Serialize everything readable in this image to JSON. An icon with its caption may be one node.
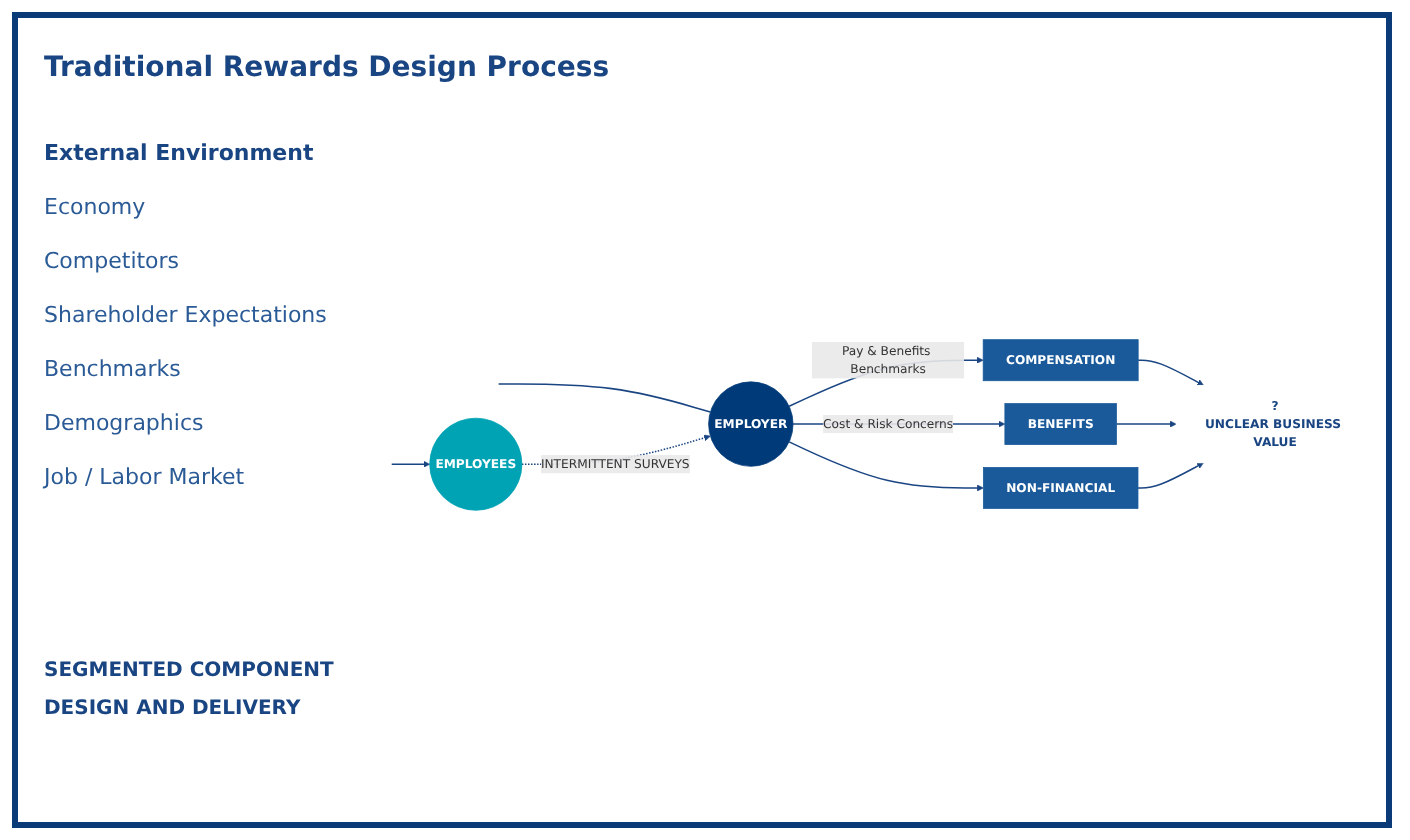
{
  "diagram": {
    "title": "Traditional Rewards Design Process",
    "nodes": [
      {
        "text": [
          "EMPLOYER"
        ]
      },
      {
        "text": [
          "EMPLOYEES"
        ]
      },
      {
        "text": [
          "COMPENSATION"
        ]
      },
      {
        "text": [
          "BENEFITS"
        ]
      },
      {
        "text": [
          "NON-FINANCIAL"
        ]
      },
      {
        "text": [
          "?",
          "UNCLEAR BUSINESS VALUE"
        ]
      }
    ],
    "edges": [
      {
        "from": null,
        "to": 0,
        "arrow": "none"
      },
      {
        "from": null,
        "to": 1,
        "arrow": "to"
      },
      {
        "from": 1,
        "to": 0,
        "arrow": "to",
        "style": "dashed",
        "label": "INTERMITTENT SURVEYS"
      },
      {
        "from": 0,
        "to": 2,
        "arrow": "to",
        "label": "Pay & Benefits Benchmarks"
      },
      {
        "from": 0,
        "to": 3,
        "arrow": "to",
        "label": "Cost & Risk Concerns"
      },
      {
        "from": 0,
        "to": 4,
        "arrow": "to"
      },
      {
        "from": 2,
        "to": 5,
        "arrow": "to"
      },
      {
        "from": 3,
        "to": 5,
        "arrow": "to"
      },
      {
        "from": 4,
        "to": 5,
        "arrow": "to"
      }
    ],
    "labels": [
      "External Environment",
      "Economy",
      "Competitors",
      "Shareholder Expectations",
      "Benchmarks",
      "Demographics",
      "Job / Labor Market",
      "SEGMENTED COMPONENT",
      "DESIGN AND DELIVERY"
    ]
  }
}
